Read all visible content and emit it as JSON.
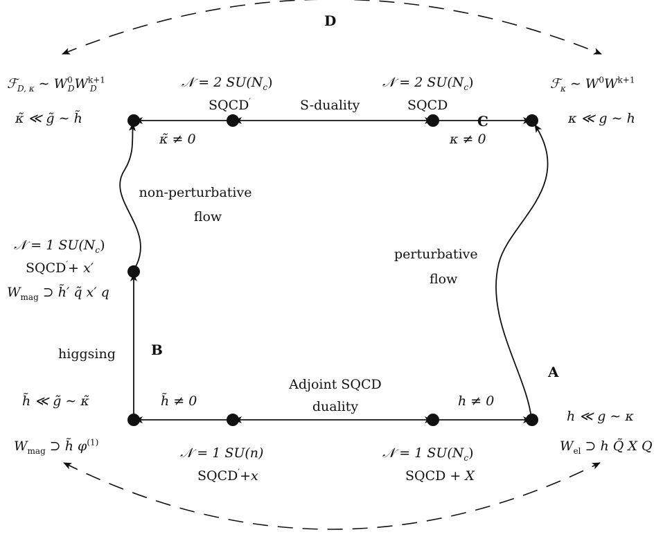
{
  "corners": {
    "A": "A",
    "B": "B",
    "C": "C",
    "D": "D"
  },
  "edges": {
    "s_duality": "S-duality",
    "adjoint_line1": "Adjoint SQCD",
    "adjoint_line2": "duality",
    "higgsing": "higgsing",
    "perturbative_line1": "perturbative",
    "perturbative_line2": "flow",
    "nonpert_line1": "non-perturbative",
    "nonpert_line2": "flow"
  },
  "labels": {
    "top_left_theory": "𝒩 = 2 SU(N",
    "sqcd": "SQCD",
    "prime": "′",
    "n1": "𝒩 = 1",
    "n2": "𝒩 = 2",
    "su_nc": "SU(N",
    "su_n": "SU(n)",
    "sub_c": "c",
    "close_paren": ")",
    "plus_x": "+x",
    "plus_X": " + X",
    "plus_xprime": "+ x′",
    "kappa_neq": "κ ≠ 0",
    "kappa_tilde_neq": "κ̃ ≠ 0",
    "h_neq": "h ≠ 0",
    "h_tilde_neq": "h̃ ≠ 0",
    "F_D_kappa": "ℱ",
    "F_D_sub": "D, κ",
    "sim_W": " ∼ W",
    "W0_sup": "0",
    "Wk_sup": "k+1",
    "D_sub": "D",
    "kappa_sub": "κ",
    "W_plain": "W",
    "sim": " ∼ ",
    "kappa_ll": "κ ≪ g ∼ h",
    "kappa_tilde_ll": "κ̃ ≪ g̃ ∼ h̃",
    "h_tilde_ll": "h̃  ≪ g̃ ∼ κ̃",
    "h_ll": "h ≪ g ∼ κ",
    "W_mag": "W",
    "mag_sub": "mag",
    "el_sub": "el",
    "supset_h_phi": " ⊃ h̃ φ",
    "phi_sup": "(1)",
    "supset_hQXQ": " ⊃ h Q̃ X Q",
    "supset_hqxq": " ⊃ h̃′ q̃ x′ q"
  }
}
